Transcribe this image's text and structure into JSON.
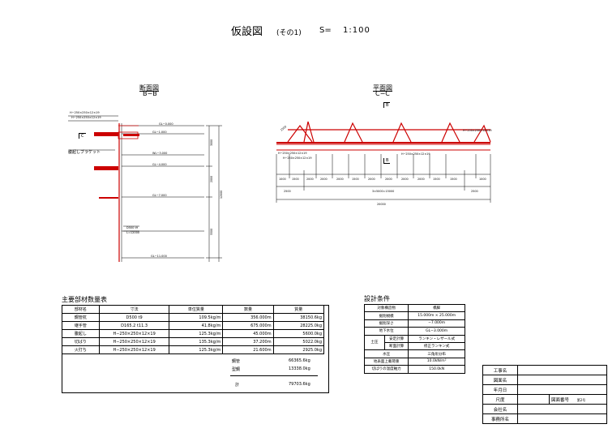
{
  "title": {
    "main": "仮設図",
    "sub": "(その1)",
    "scale_label": "S=",
    "scale_value": "1:100"
  },
  "section_view": {
    "title": "断面図",
    "label": "B−B",
    "marker_c": "C",
    "beam_spec": "H−250×250×12×19",
    "beam_spec2": "H−250×250×12×19",
    "bracket_label": "腹起しブラケット",
    "levels": [
      "GL−0.000",
      "GL−1.000",
      "WL−3.000",
      "GL−4.000",
      "GL−7.000",
      "GL−11.000",
      "GL−14.500"
    ],
    "pile_label": "D500 t9",
    "pile_label2": "L=12000",
    "dims_right": [
      "3000",
      "3000",
      "2000",
      "5000",
      "5500",
      "12000"
    ]
  },
  "plan_view": {
    "title": "平面図",
    "label": "C−C",
    "marker_b_top": "B",
    "marker_b_mid": "B",
    "dim_1500": "1500",
    "beam_spec_left": "H−250×250×12×19",
    "beam_spec_left2": "H−250×250×12×19",
    "beam_spec_right": "H−250×250×12×19",
    "beam_spec_mid": "H−250×250×12×19",
    "spacing": [
      "1000",
      "1500",
      "2000",
      "2000",
      "2000",
      "1500",
      "2000",
      "2000",
      "2000",
      "2000",
      "1500",
      "1500",
      "1000"
    ],
    "dim_row2": [
      "2500",
      "3×5000=15000",
      "2500"
    ],
    "total": "20000"
  },
  "materials": {
    "heading": "主要部材数量表",
    "headers": [
      "部材名",
      "寸法",
      "単位質量",
      "数量",
      "質量"
    ],
    "rows": [
      [
        "鋼管杭",
        "D500 t9",
        "109.5kg/m",
        "356.000m",
        "38150.6kg"
      ],
      [
        "継手管",
        "D165.2 t11.3",
        "41.8kg/m",
        "675.000m",
        "28225.0kg"
      ],
      [
        "腹起し",
        "H−250×250×12×19",
        "125.3kg/m",
        "45.000m",
        "5600.0kg"
      ],
      [
        "切ばり",
        "H−250×250×12×19",
        "135.3kg/m",
        "37.200m",
        "5022.0kg"
      ],
      [
        "火打ち",
        "H−250×250×12×19",
        "125.3kg/m",
        "21.600m",
        "2925.0kg"
      ]
    ],
    "subtotal_labels": [
      "鋼管",
      "型鋼"
    ],
    "subtotal_values": [
      "66365.6kg",
      "13338.0kg"
    ],
    "total_label": "計",
    "total_value": "79703.6kg"
  },
  "design": {
    "heading": "設計条件",
    "rows": [
      [
        "対象構造物",
        "橋脚"
      ],
      [
        "掘削規模",
        "15.000m × 25.000m"
      ],
      [
        "掘削深さ",
        "−7.000m"
      ],
      [
        "地下水位",
        "GL−3.000m"
      ]
    ],
    "soil_label": "土圧",
    "soil_rows": [
      [
        "安定計算",
        "ランキン・レザール式"
      ],
      [
        "断面計算",
        "修正ランキン式"
      ]
    ],
    "water_label": "水圧",
    "water_value": "三角形分布",
    "surcharge_label": "地表面上載荷重",
    "surcharge_value": "10.0kN/m²",
    "temp_label": "切ばりの温度軸力",
    "temp_value": "150.0kN"
  },
  "title_block": {
    "rows": [
      "工事名",
      "図面名",
      "年月日",
      "尺度",
      "会社名",
      "事務所名"
    ],
    "drawing_no_label": "図面番号",
    "drawing_no_value": "第2号"
  }
}
